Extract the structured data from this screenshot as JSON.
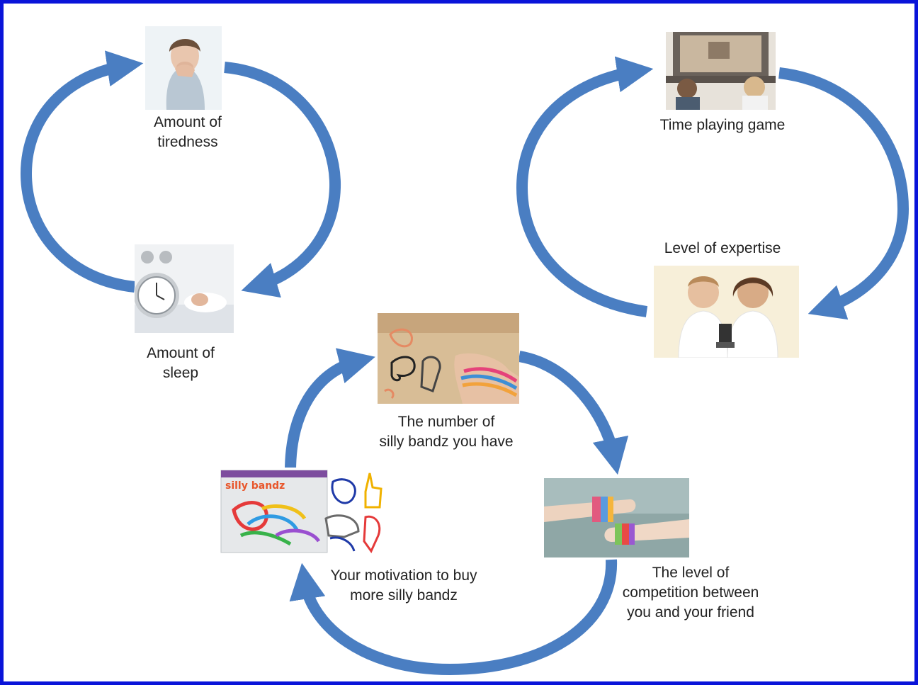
{
  "colors": {
    "frame": "#0a14d9",
    "arrow": "#4a7ec2",
    "text": "#222222"
  },
  "loops": [
    {
      "name": "sleep-loop",
      "nodes": [
        {
          "label": "Amount of\ntiredness",
          "picture": "yawning-woman-photo"
        },
        {
          "label": "Amount of\nsleep",
          "picture": "alarm-clock-bed-photo"
        }
      ]
    },
    {
      "name": "game-loop",
      "nodes": [
        {
          "label": "Time playing game",
          "picture": "kids-playing-video-game-photo"
        },
        {
          "label": "Level of expertise",
          "picture": "kids-holding-trophy-photo"
        }
      ]
    },
    {
      "name": "silly-bandz-loop",
      "nodes": [
        {
          "label": "The number of\nsilly bandz you have",
          "picture": "bandz-on-wrist-photo"
        },
        {
          "label": "The level of\ncompetition between\nyou and your friend",
          "picture": "two-wrists-bandz-photo"
        },
        {
          "label": "Your motivation to buy\nmore silly bandz",
          "picture": "silly-bandz-package-photo"
        }
      ]
    }
  ],
  "package_text": "silly bandz"
}
